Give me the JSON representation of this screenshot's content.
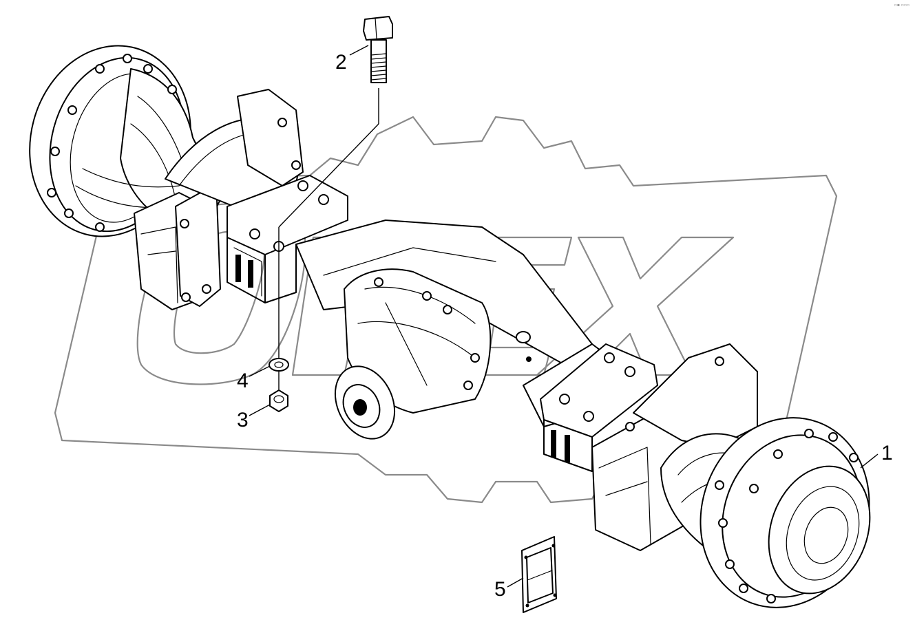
{
  "callouts": [
    {
      "number": "1",
      "part": "rear axle assembly"
    },
    {
      "number": "2",
      "part": "bolt"
    },
    {
      "number": "3",
      "part": "nut"
    },
    {
      "number": "4",
      "part": "washer"
    },
    {
      "number": "5",
      "part": "plate"
    }
  ],
  "watermark": "OPEX",
  "corner_mark": "▫▪ ▫▫▫"
}
